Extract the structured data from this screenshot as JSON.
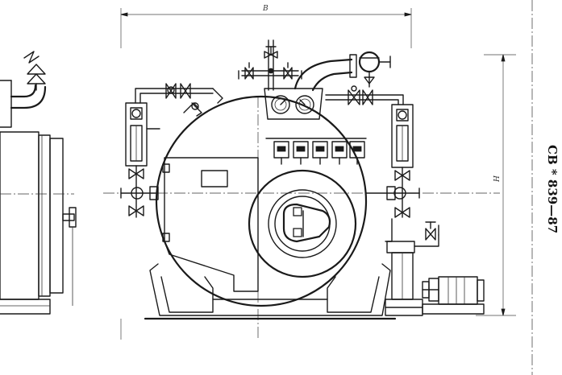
{
  "drawing": {
    "dimension_width_label": "B",
    "dimension_height_label": "H",
    "standard_code": "CB * 839—87"
  }
}
